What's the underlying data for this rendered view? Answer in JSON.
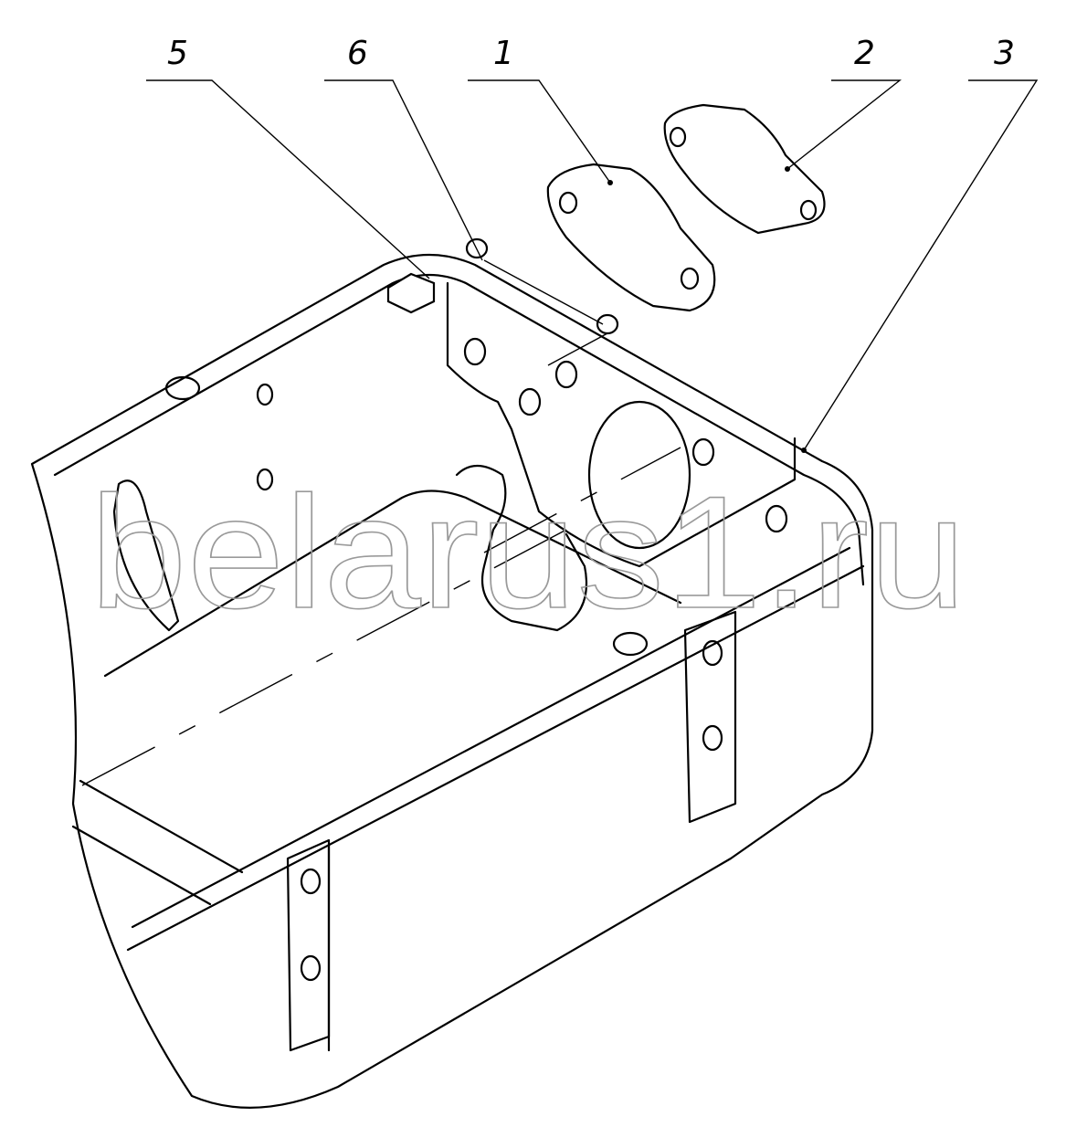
{
  "callouts": [
    {
      "number": "5"
    },
    {
      "number": "6"
    },
    {
      "number": "1"
    },
    {
      "number": "2"
    },
    {
      "number": "3"
    }
  ],
  "watermark": "belarus1.ru"
}
